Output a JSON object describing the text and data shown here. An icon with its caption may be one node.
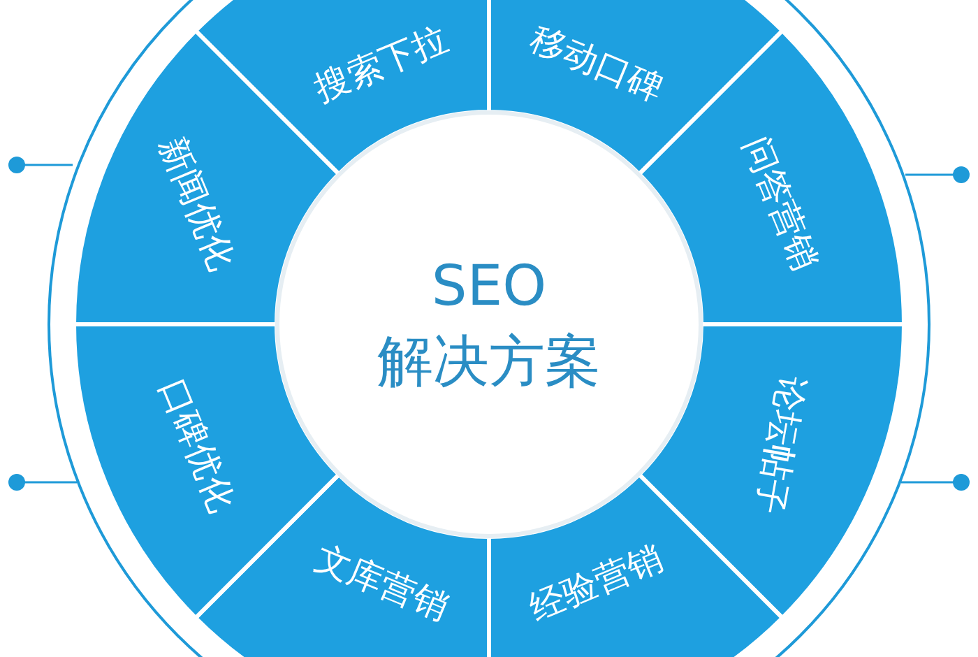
{
  "diagram": {
    "nodes": [
      {
        "text": [
          "SEO 解决方案"
        ]
      },
      {
        "text": [
          "搜索下拉"
        ]
      },
      {
        "text": [
          "移动口碑"
        ]
      },
      {
        "text": [
          "问答营销"
        ]
      },
      {
        "text": [
          "论坛帖子"
        ]
      },
      {
        "text": [
          "经验营销"
        ]
      },
      {
        "text": [
          "文库营销"
        ]
      },
      {
        "text": [
          "口碑优化"
        ]
      },
      {
        "text": [
          "新闻优化"
        ]
      }
    ],
    "edges": []
  }
}
